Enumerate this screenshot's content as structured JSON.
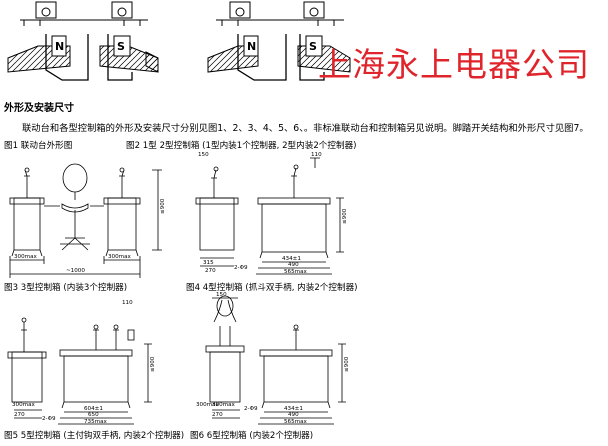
{
  "header": {
    "company_name": "上海永上电器公司",
    "company_color": "#e0242c",
    "magnet_labels": [
      "N",
      "S",
      "N",
      "S"
    ]
  },
  "section": {
    "title": "外形及安装尺寸",
    "intro": "联动台和各型控制箱的外形及安装尺寸分别见图1、2、3、4、5、6、。非标准联动台和控制箱另见说明。脚踏开关结构和外形尺寸见图7。"
  },
  "captions": {
    "fig1": "图1 联动台外形图",
    "fig2": "图2 1型 2型控制箱 (1型内装1个控制器, 2型内装2个控制器)",
    "fig3": "图3 3型控制箱 (内装3个控制器)",
    "fig4": "图4 4型控制箱 (抓斗双手柄, 内装2个控制器)",
    "fig5": "图5 5型控制箱 (主付钩双手柄, 内装2个控制器)",
    "fig6": "图6 6型控制箱 (内装2个控制器)"
  },
  "dims": {
    "d300max_a": "300max",
    "d300max_b": "300max",
    "d1000": "~1000",
    "d900": "≤900",
    "d315": "315",
    "d270": "270",
    "d2ddd": "2-Φ9",
    "d434": "434±1",
    "d490": "490",
    "d565": "565max",
    "d110": "110",
    "d150": "150",
    "d300max_c": "300max",
    "d300max_d": "300max",
    "d270b": "270",
    "d2ddd_b": "2-Φ9",
    "d604": "604±1",
    "d650": "650",
    "d735": "735max",
    "d900b": "≤900",
    "d300max_e": "300max",
    "d270c": "270",
    "d2ddd_c": "2-Φ9",
    "d434b": "434±1",
    "d490b": "490",
    "d565b": "565max",
    "d900c": "≤900",
    "d110b": "110",
    "d150b": "150"
  }
}
